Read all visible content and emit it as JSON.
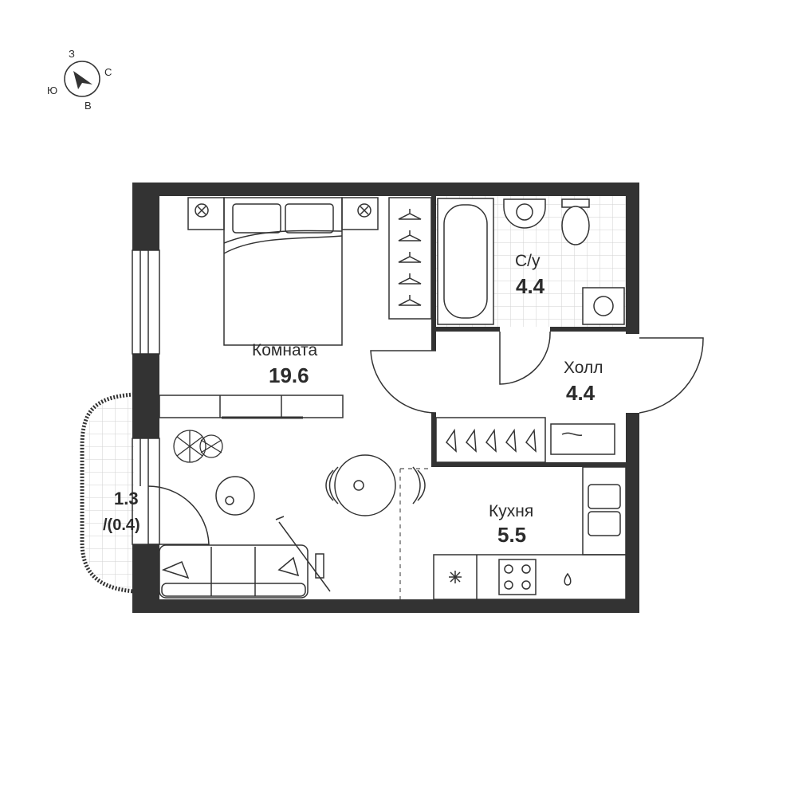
{
  "compass": {
    "north": "С",
    "south": "Ю",
    "east": "В",
    "west": "З"
  },
  "rooms": {
    "room": {
      "name": "Комната",
      "area": "19.6"
    },
    "bathroom": {
      "name": "С/у",
      "area": "4.4"
    },
    "hall": {
      "name": "Холл",
      "area": "4.4"
    },
    "kitchen": {
      "name": "Кухня",
      "area": "5.5"
    },
    "balcony": {
      "area": "1.3",
      "area_reduced": "/(0.4)"
    }
  },
  "colors": {
    "wall": "#333333",
    "line": "#3a3a3a",
    "tile": "#cfcfcf"
  }
}
